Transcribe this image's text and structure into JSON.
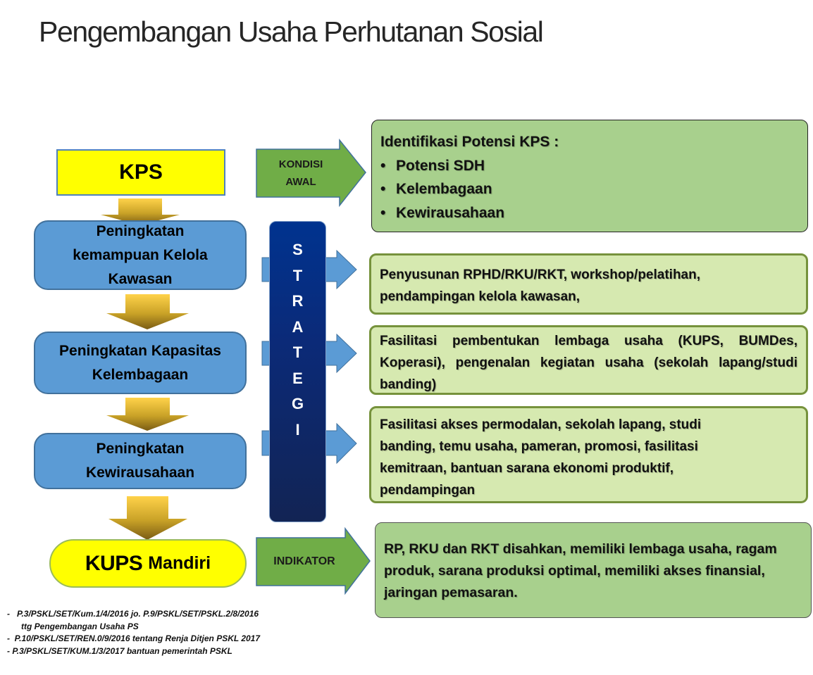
{
  "title": "Pengembangan Usaha Perhutanan Sosial",
  "colors": {
    "kps_fill": "#ffff00",
    "step_fill": "#5b9bd5",
    "strategi_fill": "#002f8e",
    "green_arrow": "#70ad47",
    "gold_arrow": "#c9a227",
    "box_dark_green": "#a8d08d",
    "box_light_green": "#d6e9b0"
  },
  "flow": {
    "start": "KPS",
    "steps": [
      {
        "label": "Peningkatan kemampuan Kelola Kawasan",
        "lines": [
          "Peningkatan",
          "kemampuan Kelola",
          "Kawasan"
        ]
      },
      {
        "label": "Peningkatan Kapasitas Kelembagaan",
        "lines": [
          "Peningkatan Kapasitas",
          "Kelembagaan"
        ]
      },
      {
        "label": "Peningkatan Kewirausahaan",
        "lines": [
          "Peningkatan",
          "Kewirausahaan"
        ]
      }
    ],
    "end": {
      "bold": "KUPS",
      "rest": "Mandiri"
    }
  },
  "arrows": {
    "kondisi_awal": [
      "KONDISI",
      "AWAL"
    ],
    "indikator": "INDIKATOR"
  },
  "strategi": {
    "letters": [
      "S",
      "T",
      "R",
      "A",
      "T",
      "E",
      "G",
      "I"
    ]
  },
  "boxes": {
    "identifikasi": {
      "heading": "Identifikasi Potensi KPS :",
      "items": [
        "Potensi SDH",
        "Kelembagaan",
        "Kewirausahaan"
      ],
      "bullet": "•"
    },
    "strategi_1": "Penyusunan RPHD/RKU/RKT, workshop/pelatihan, pendampingan  kelola kawasan,",
    "strategi_2": "Fasilitasi pembentukan lembaga usaha (KUPS, BUMDes, Koperasi), pengenalan kegiatan usaha (sekolah lapang/studi banding)",
    "strategi_3": "Fasilitasi akses permodalan, sekolah lapang, studi banding, temu usaha, pameran, promosi, fasilitasi kemitraan, bantuan sarana ekonomi produktif, pendampingan",
    "indikator": "RP, RKU dan RKT disahkan, memiliki lembaga usaha, ragam produk, sarana produksi optimal, memiliki akses finansial, jaringan pemasaran."
  },
  "references": [
    "-   P.3/PSKL/SET/Kum.1/4/2016 jo. P.9/PSKL/SET/PSKL.2/8/2016",
    "ttg Pengembangan Usaha  PS",
    "-  P.10/PSKL/SET/REN.0/9/2016 tentang Renja Ditjen PSKL 2017",
    "- P.3/PSKL/SET/KUM.1/3/2017 bantuan pemerintah PSKL"
  ]
}
